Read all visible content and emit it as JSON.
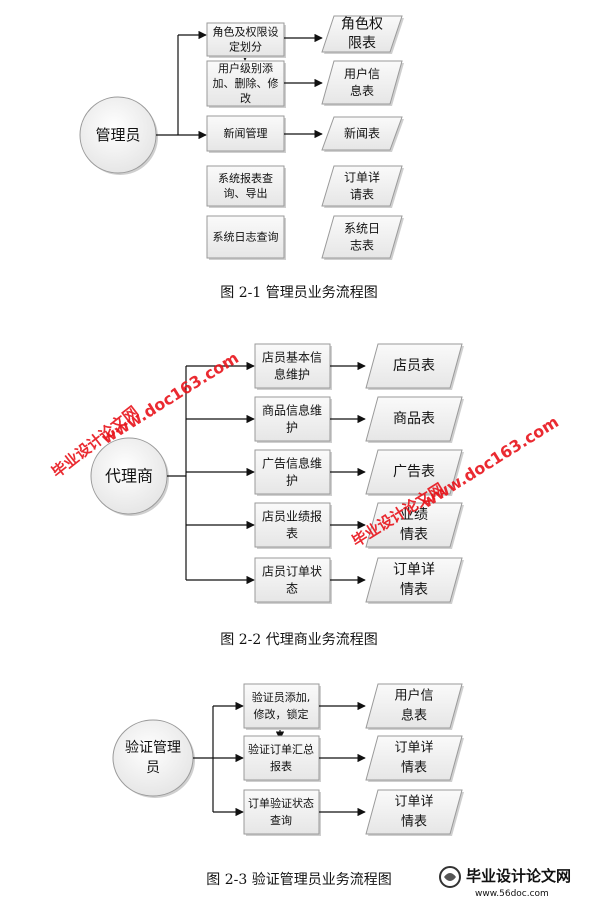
{
  "diagram1": {
    "actor": "管理员",
    "caption": "图 2-1  管理员业务流程图",
    "processes": [
      [
        "角色及权限设",
        "定划分"
      ],
      [
        "用户级别添",
        "加、删除、修",
        "改"
      ],
      [
        "新闻管理"
      ],
      [
        "系统报表查",
        "询、导出"
      ],
      [
        "系统日志查询"
      ]
    ],
    "outputs": [
      [
        "角色权",
        "限表"
      ],
      [
        "用户信",
        "息表"
      ],
      [
        "新闻表"
      ],
      [
        "订单详",
        "请表"
      ],
      [
        "系统日",
        "志表"
      ]
    ]
  },
  "diagram2": {
    "actor": "代理商",
    "caption": "图 2-2  代理商业务流程图",
    "processes": [
      [
        "店员基本信",
        "息维护"
      ],
      [
        "商品信息维",
        "护"
      ],
      [
        "广告信息维",
        "护"
      ],
      [
        "店员业绩报",
        "表"
      ],
      [
        "店员订单状",
        "态"
      ]
    ],
    "outputs": [
      [
        "店员表"
      ],
      [
        "商品表"
      ],
      [
        "广告表"
      ],
      [
        "业绩",
        "情表"
      ],
      [
        "订单详",
        "情表"
      ]
    ]
  },
  "diagram3": {
    "actor": [
      "验证管理",
      "员"
    ],
    "caption": "图 2-3  验证管理员业务流程图",
    "processes": [
      [
        "验证员添加,",
        "修改，锁定"
      ],
      [
        "验证订单汇总",
        "报表"
      ],
      [
        "订单验证状态",
        "查询"
      ]
    ],
    "outputs": [
      [
        "用户信",
        "息表"
      ],
      [
        "订单详",
        "情表"
      ],
      [
        "订单详",
        "情表"
      ]
    ]
  },
  "watermarks": {
    "site_text": "毕业设计论文网",
    "url_text": "www.doc163.com",
    "brand_title": "毕业设计论文网",
    "brand_url": "www.56doc.com"
  },
  "colors": {
    "box_fill": "#f2f2f2",
    "box_stroke": "#9a9a9a",
    "watermark": "#e8141b"
  }
}
